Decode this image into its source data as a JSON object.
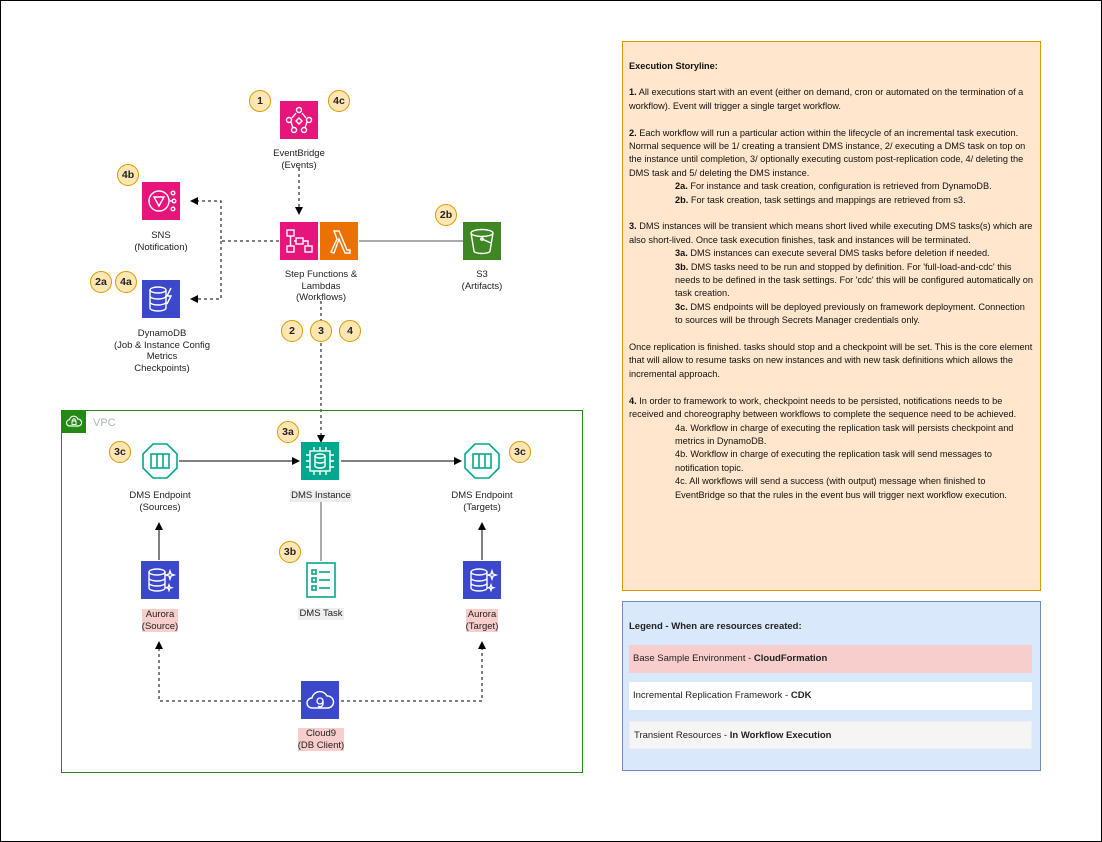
{
  "nodes": {
    "eventbridge": {
      "line1": "EventBridge",
      "line2": "(Events)"
    },
    "sns": {
      "line1": "SNS",
      "line2": "(Notification)"
    },
    "stepfunctions": {
      "line1": "Step Functions &",
      "line2": "Lambdas",
      "line3": "(Workflows)"
    },
    "s3": {
      "line1": "S3",
      "line2": "(Artifacts)"
    },
    "dynamodb": {
      "line1": "DynamoDB",
      "line2": "(Job & Instance Config",
      "line3": "Metrics",
      "line4": "Checkpoints)"
    },
    "dms_endpoint_src": {
      "line1": "DMS Endpoint",
      "line2": "(Sources)"
    },
    "dms_instance": {
      "line1": "DMS Instance"
    },
    "dms_endpoint_tgt": {
      "line1": "DMS Endpoint",
      "line2": "(Targets)"
    },
    "dms_task": {
      "line1": "DMS Task"
    },
    "aurora_src": {
      "line1": "Aurora",
      "line2": "(Source)"
    },
    "aurora_tgt": {
      "line1": "Aurora",
      "line2": "(Target)"
    },
    "cloud9": {
      "line1": "Cloud9",
      "line2": "(DB Client)"
    }
  },
  "badges": {
    "b1": "1",
    "b4c": "4c",
    "b4b": "4b",
    "b2b": "2b",
    "b2a": "2a",
    "b4a": "4a",
    "b2": "2",
    "b3": "3",
    "b4": "4",
    "b3a": "3a",
    "b3c_left": "3c",
    "b3c_right": "3c",
    "b3b": "3b"
  },
  "vpc": {
    "label": "VPC"
  },
  "storyline": {
    "title": "Execution Storyline:",
    "p1_num": "1.",
    "p1": "All executions start with an event (either on demand, cron or automated on the termination of a workflow). Event will trigger a single target workflow.",
    "p2_num": "2.",
    "p2": "Each workflow will run a particular action within the lifecycle of an incremental task execution. Normal sequence will be 1/ creating a transient DMS instance, 2/ executing a DMS task on top on the instance until completion, 3/ optionally executing custom post-replication code, 4/ deleting the DMS task and 5/ deleting the DMS instance.",
    "p2a_num": "2a.",
    "p2a": "For instance and task creation, configuration is retrieved from DynamoDB.",
    "p2b_num": "2b.",
    "p2b": "For task creation, task settings and mappings are retrieved from s3.",
    "p3_num": "3.",
    "p3": "DMS instances will be transient which means short lived while executing DMS tasks(s) which are also short-lived. Once task execution finishes, task and instances will be terminated.",
    "p3a_num": "3a.",
    "p3a": "DMS instances can execute several DMS tasks before deletion if needed.",
    "p3b_num": "3b.",
    "p3b": "DMS tasks need to be run and stopped by definition. For 'full-load-and-cdc' this needs to be defined in the task settings. For 'cdc' this will be configured automatically on task creation.",
    "p3c_num": "3c.",
    "p3c": "DMS endpoints will be deployed previously on framework deployment. Connection to sources will be through Secrets Manager credentials only.",
    "p_once": "Once replication is finished. tasks should stop and a checkpoint will be set. This is the core element that will allow to resume tasks on new instances and with new task definitions which allows the incremental approach.",
    "p4_num": "4.",
    "p4": "In order to framework to work, checkpoint needs to be persisted, notifications needs to be received and choreography between workflows to complete the sequence need to be achieved.",
    "p4a": "4a. Workflow in charge of executing the replication task will persists checkpoint and metrics in DynamoDB.",
    "p4b": "4b. Workflow in charge of executing the replication task will send messages to notification topic.",
    "p4c": "4c. All workflows will send a success (with output) message when finished to EventBridge so that the rules in the event bus will trigger next workflow execution."
  },
  "legend": {
    "title": "Legend - When are resources created:",
    "rows": [
      {
        "text": "Base Sample Environment - ",
        "bold": "CloudFormation",
        "color": "#f8cecc",
        "border": "#f8cecc"
      },
      {
        "text": "Incremental Replication Framework - ",
        "bold": "CDK",
        "color": "#ffffff",
        "border": "#ffffff"
      },
      {
        "text": "Transient Resources - ",
        "bold": "In Workflow Execution",
        "color": "#f5f5f5",
        "border": "#eeeeee"
      }
    ]
  },
  "colors": {
    "app_integration": "#e7157b",
    "compute": "#ed7100",
    "storage": "#3f8624",
    "database": "#3b48cc",
    "migration": "#01a88d",
    "vpc": "#248814",
    "legend_bg": "#dae8fc",
    "story_bg": "#ffe6cc",
    "badge_bg": "#ffe6b3"
  }
}
